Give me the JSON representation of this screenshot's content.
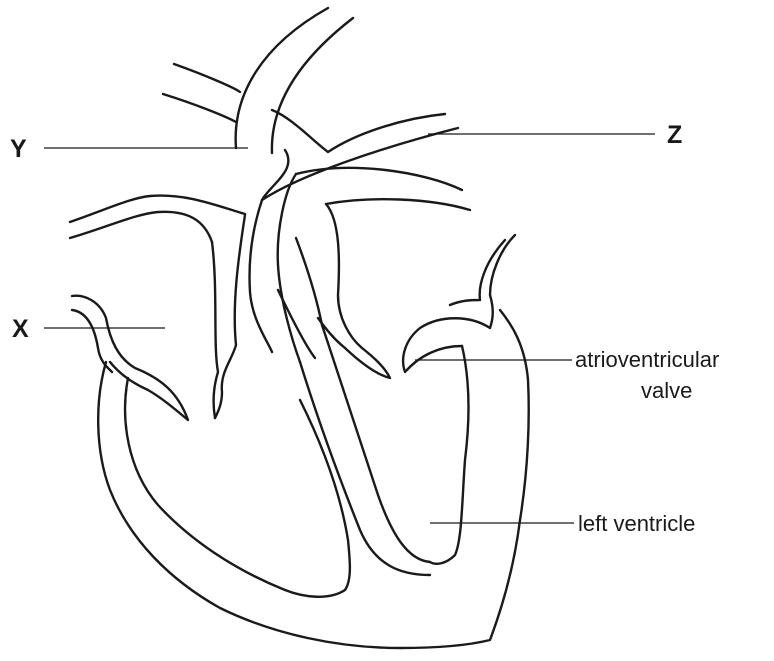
{
  "labels": {
    "y": "Y",
    "z": "Z",
    "x": "X",
    "atrioventricular_line1": "atrioventricular",
    "atrioventricular_line2": "valve",
    "left_ventricle": "left ventricle"
  },
  "colors": {
    "line": "#1a1a1a",
    "background": "#ffffff"
  }
}
